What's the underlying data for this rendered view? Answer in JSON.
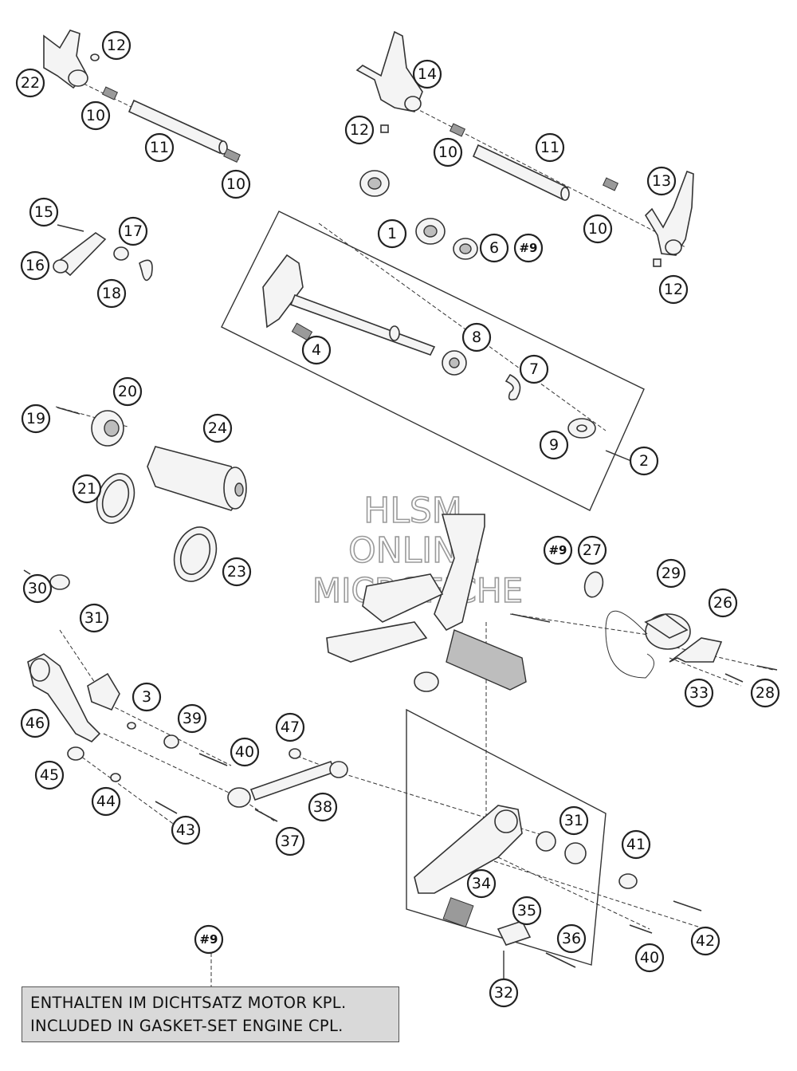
{
  "watermark": {
    "line1": "HLSM",
    "line2": "ONLINE",
    "line3": "MICROFICHE"
  },
  "note": {
    "ref": "#9",
    "line1": "ENTHALTEN IM DICHTSATZ MOTOR KPL.",
    "line2": "INCLUDED IN GASKET-SET ENGINE CPL."
  },
  "callouts": [
    {
      "id": "c1",
      "label": "12"
    },
    {
      "id": "c2",
      "label": "22"
    },
    {
      "id": "c3",
      "label": "10"
    },
    {
      "id": "c4",
      "label": "11"
    },
    {
      "id": "c5",
      "label": "10"
    },
    {
      "id": "c6",
      "label": "14"
    },
    {
      "id": "c7",
      "label": "12"
    },
    {
      "id": "c8",
      "label": "10"
    },
    {
      "id": "c9",
      "label": "11"
    },
    {
      "id": "c10",
      "label": "13"
    },
    {
      "id": "c11",
      "label": "10"
    },
    {
      "id": "c12",
      "label": "12"
    },
    {
      "id": "c13",
      "label": "15"
    },
    {
      "id": "c14",
      "label": "17"
    },
    {
      "id": "c15",
      "label": "16"
    },
    {
      "id": "c16",
      "label": "18"
    },
    {
      "id": "c17",
      "label": "1"
    },
    {
      "id": "c18",
      "label": "6"
    },
    {
      "id": "c19",
      "label": "#9"
    },
    {
      "id": "c20",
      "label": "4"
    },
    {
      "id": "c21",
      "label": "8"
    },
    {
      "id": "c22",
      "label": "7"
    },
    {
      "id": "c23",
      "label": "9"
    },
    {
      "id": "c24",
      "label": "2"
    },
    {
      "id": "c25",
      "label": "20"
    },
    {
      "id": "c26",
      "label": "19"
    },
    {
      "id": "c27",
      "label": "24"
    },
    {
      "id": "c28",
      "label": "21"
    },
    {
      "id": "c29",
      "label": "23"
    },
    {
      "id": "c30",
      "label": "#9"
    },
    {
      "id": "c31",
      "label": "27"
    },
    {
      "id": "c32",
      "label": "29"
    },
    {
      "id": "c33",
      "label": "26"
    },
    {
      "id": "c34",
      "label": "33"
    },
    {
      "id": "c35",
      "label": "28"
    },
    {
      "id": "c36",
      "label": "30"
    },
    {
      "id": "c37",
      "label": "31"
    },
    {
      "id": "c38",
      "label": "3"
    },
    {
      "id": "c39",
      "label": "39"
    },
    {
      "id": "c40",
      "label": "46"
    },
    {
      "id": "c41",
      "label": "40"
    },
    {
      "id": "c42",
      "label": "47"
    },
    {
      "id": "c43",
      "label": "45"
    },
    {
      "id": "c44",
      "label": "44"
    },
    {
      "id": "c45",
      "label": "38"
    },
    {
      "id": "c46",
      "label": "43"
    },
    {
      "id": "c47",
      "label": "37"
    },
    {
      "id": "c48",
      "label": "31"
    },
    {
      "id": "c49",
      "label": "41"
    },
    {
      "id": "c50",
      "label": "34"
    },
    {
      "id": "c51",
      "label": "35"
    },
    {
      "id": "c52",
      "label": "36"
    },
    {
      "id": "c53",
      "label": "40"
    },
    {
      "id": "c54",
      "label": "42"
    },
    {
      "id": "c55",
      "label": "32"
    }
  ]
}
